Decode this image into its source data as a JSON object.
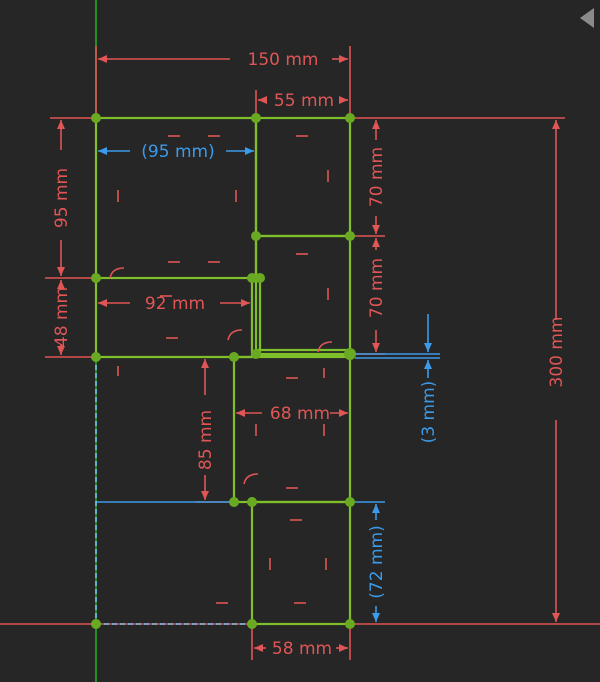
{
  "dimensions": {
    "total_width": "150 mm",
    "top_right_width": "55 mm",
    "top_left_width_ref": "(95 mm)",
    "left_top_height": "95 mm",
    "right_top_height": "70 mm",
    "right_mid_height": "70 mm",
    "mid_row_width": "92 mm",
    "left_small_height": "48 mm",
    "gap_ref": "(3 mm)",
    "total_height": "300 mm",
    "center_width": "68 mm",
    "center_height": "85 mm",
    "bottom_height_ref": "(72 mm)",
    "bottom_width": "58 mm"
  },
  "colors": {
    "driving": "#e05555",
    "reference": "#3a9bea",
    "geometry": "#7fbf2a",
    "axis_vertical": "#22aa22",
    "background": "#262626"
  },
  "toolbar": {
    "collapse_icon": "triangle-left-icon"
  }
}
